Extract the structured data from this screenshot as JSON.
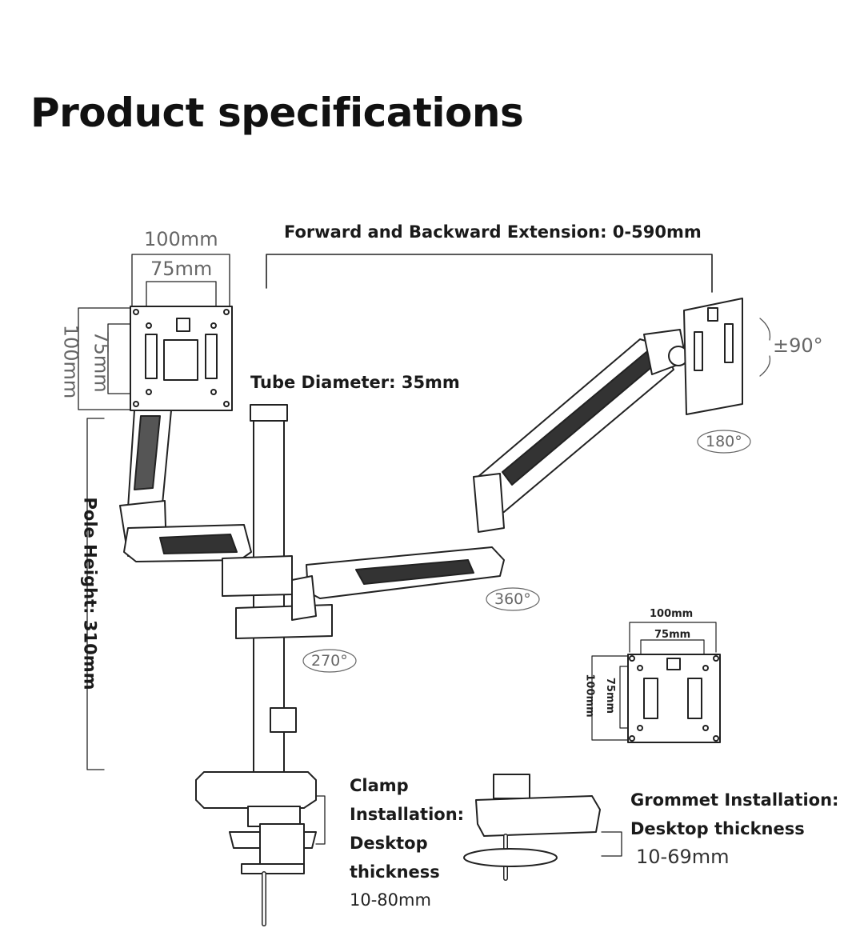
{
  "title": "Product specifications",
  "labels": {
    "extension": "Forward and Backward Extension: 0-590mm",
    "tube": "Tube Diameter: 35mm",
    "pole": "Pole Height: 310mm",
    "tilt": "±90°",
    "rotate180": "180°",
    "rotate360": "360°",
    "rotate270": "270°",
    "clamp_line1": "Clamp",
    "clamp_line2": "Installation:",
    "clamp_line3": "Desktop",
    "clamp_line4": "thickness",
    "clamp_value": "10-80mm",
    "grommet_line1": "Grommet Installation:",
    "grommet_line2": "Desktop thickness",
    "grommet_value": "10-69mm"
  },
  "vesa_top": {
    "outer_h": "100mm",
    "inner_h": "75mm",
    "outer_v": "100mm",
    "inner_v": "75mm"
  },
  "vesa_small": {
    "outer_h": "100mm",
    "inner_h": "75mm",
    "outer_v": "100mm",
    "inner_v": "75mm"
  }
}
